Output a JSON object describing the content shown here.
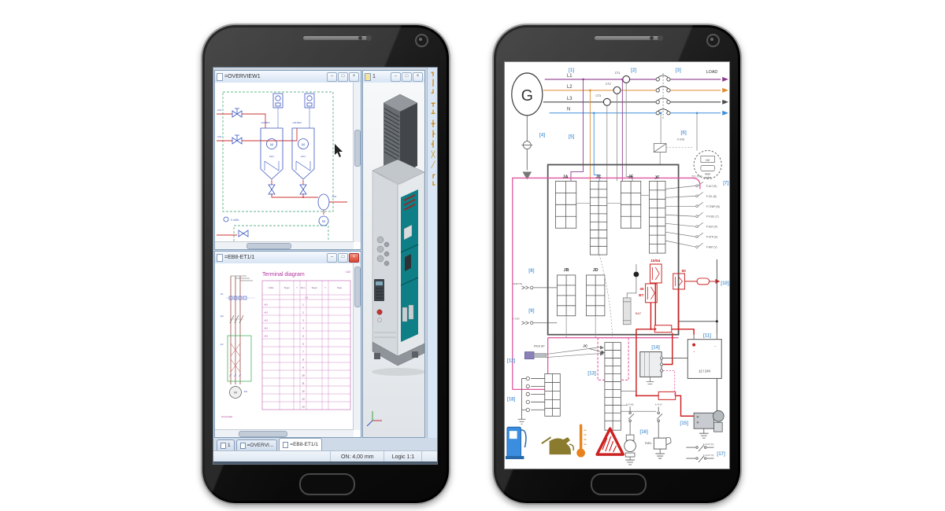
{
  "lp": {
    "win_overview": {
      "title": "=OVERVIEW1"
    },
    "win_model": {
      "title": "1"
    },
    "win_terminal": {
      "title": "=EB8-ET1/1",
      "doc_title": "Terminal diagram",
      "page_ref": "=1/2",
      "footnote": "Generated",
      "schematic_labels": {
        "x1": "-X1",
        "q1": "-Q1",
        "f2": "-F2",
        "m1": "-M1",
        "motor": "M"
      },
      "table": {
        "headers": [
          "Cable",
          "Target",
          "T",
          "Term.",
          "Target",
          "T",
          "Page"
        ],
        "strip_name": "-X1",
        "col_cable": "-W1",
        "rows": [
          "1",
          "2",
          "3",
          "4",
          "5",
          "6",
          "7",
          "8",
          "9",
          "10",
          "11",
          "12",
          "13",
          "14"
        ]
      }
    },
    "pid_labels": {
      "tank1": "+E1-B01",
      "tank2": "+E1-B02",
      "vol1": "120 l",
      "vol2": "120 l",
      "m": "M",
      "v1": "-V01",
      "v2": "-V02",
      "pump": "-P01",
      "flow": "0 m3/h"
    },
    "toolbar_icons": [
      "┓",
      "┃",
      "┛",
      "┳",
      "┻",
      "╋",
      "┣",
      "┫",
      "╳",
      "╱",
      "┏",
      "┗"
    ],
    "tabs": [
      "1",
      "=OVERVI...",
      "=EB8-ET1/1"
    ],
    "status": {
      "grid": "ON: 4,00 mm",
      "scale": "Logic 1:1"
    },
    "btn": {
      "min": "–",
      "max": "□",
      "close": "×"
    }
  },
  "rp": {
    "gen": "G",
    "l1": "L1",
    "l2": "L2",
    "l3": "L3",
    "n": "N",
    "load": "LOAD",
    "ct1": "CT1",
    "ct2": "CT2",
    "ct3": "CT3",
    "refs": [
      "[1]",
      "[2]",
      "[3]",
      "[4]",
      "[5]",
      "[6]",
      "[7]",
      "[8]",
      "[9]",
      "[10]",
      "[11]",
      "[12]",
      "[13]",
      "[14]",
      "[15]",
      "[16]",
      "[17]",
      "[18]"
    ],
    "conn": {
      "ja": "JA",
      "jb": "JB",
      "jc": "JC",
      "jd": "JD",
      "je": "JE",
      "jf": "JF",
      "jc2": "JC"
    },
    "k50b": "K-50B",
    "hour_meter": {
      "id": "H2",
      "cap1": "Hour",
      "cap2": "meter"
    },
    "to_load": "TO LOAD",
    "tags": [
      "P-ALT (R)",
      "P-OIL (B)",
      "P-TEMP (W)",
      "P-FUEL (Y)",
      "P-AUX (P)",
      "P-STR (G)",
      "P-BAT (V)"
    ],
    "red": {
      "a": "15/54",
      "b": "50",
      "c": "30",
      "d": "BT",
      "e": "BAT"
    },
    "battery": {
      "v": "12 / 24V",
      "plus": "+",
      "minus": "−"
    },
    "pickup": "PICK UP",
    "fuel": "FUEL.",
    "ctags": {
      "c1": "K-FUEL",
      "c2": "K-AUX",
      "c3": "K-AUX (R)",
      "c4": "K-AUX (S)"
    },
    "ptags": {
      "p8": "REMOTE",
      "p9": "K-TDR"
    }
  }
}
